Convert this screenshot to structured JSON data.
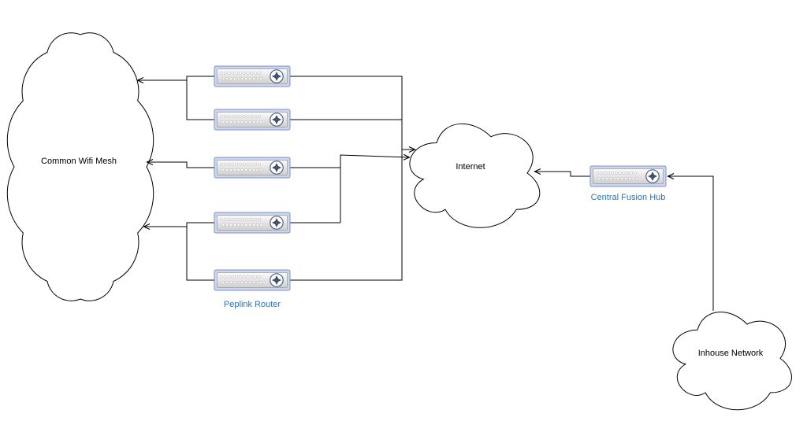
{
  "diagram": {
    "type": "network-topology",
    "background": "#ffffff",
    "nodes": {
      "common_wifi_mesh": {
        "label": "Common Wifi Mesh",
        "shape": "cloud",
        "icon": "cloud-icon"
      },
      "internet": {
        "label": "Internet",
        "shape": "cloud",
        "icon": "cloud-icon"
      },
      "inhouse_network": {
        "label": "Inhouse Network",
        "shape": "cloud",
        "icon": "cloud-icon"
      },
      "peplink_routers": {
        "label": "Peplink Router",
        "shape": "router",
        "icon": "router-icon",
        "count": 5
      },
      "central_fusion_hub": {
        "label": "Central Fusion Hub",
        "shape": "router",
        "icon": "router-icon",
        "count": 1
      }
    },
    "edges": [
      {
        "from": "peplink_router_1",
        "to": "common_wifi_mesh",
        "arrow": "to"
      },
      {
        "from": "peplink_router_2",
        "to": "common_wifi_mesh",
        "arrow": "to"
      },
      {
        "from": "peplink_router_3",
        "to": "common_wifi_mesh",
        "arrow": "to"
      },
      {
        "from": "peplink_router_4",
        "to": "common_wifi_mesh",
        "arrow": "to"
      },
      {
        "from": "peplink_router_5",
        "to": "common_wifi_mesh",
        "arrow": "to"
      },
      {
        "from": "peplink_router_1",
        "to": "internet",
        "arrow": "to"
      },
      {
        "from": "peplink_router_2",
        "to": "internet",
        "arrow": "to"
      },
      {
        "from": "peplink_router_3",
        "to": "internet",
        "arrow": "to"
      },
      {
        "from": "peplink_router_4",
        "to": "internet",
        "arrow": "to"
      },
      {
        "from": "peplink_router_5",
        "to": "internet",
        "arrow": "to"
      },
      {
        "from": "central_fusion_hub",
        "to": "internet",
        "arrow": "to"
      },
      {
        "from": "inhouse_network",
        "to": "central_fusion_hub",
        "arrow": "to"
      }
    ],
    "colors": {
      "connector": "#000000",
      "cloud_fill": "#ffffff",
      "cloud_stroke": "#000000",
      "cloud_label": "#000000",
      "device_label": "#2d74b5",
      "router_frame": "#ccd6ec",
      "router_frame_stroke": "#8091c5",
      "router_body_light": "#fbfbfb",
      "router_body_dark": "#cfcfcf",
      "router_symbol": "#3a4a68"
    }
  }
}
